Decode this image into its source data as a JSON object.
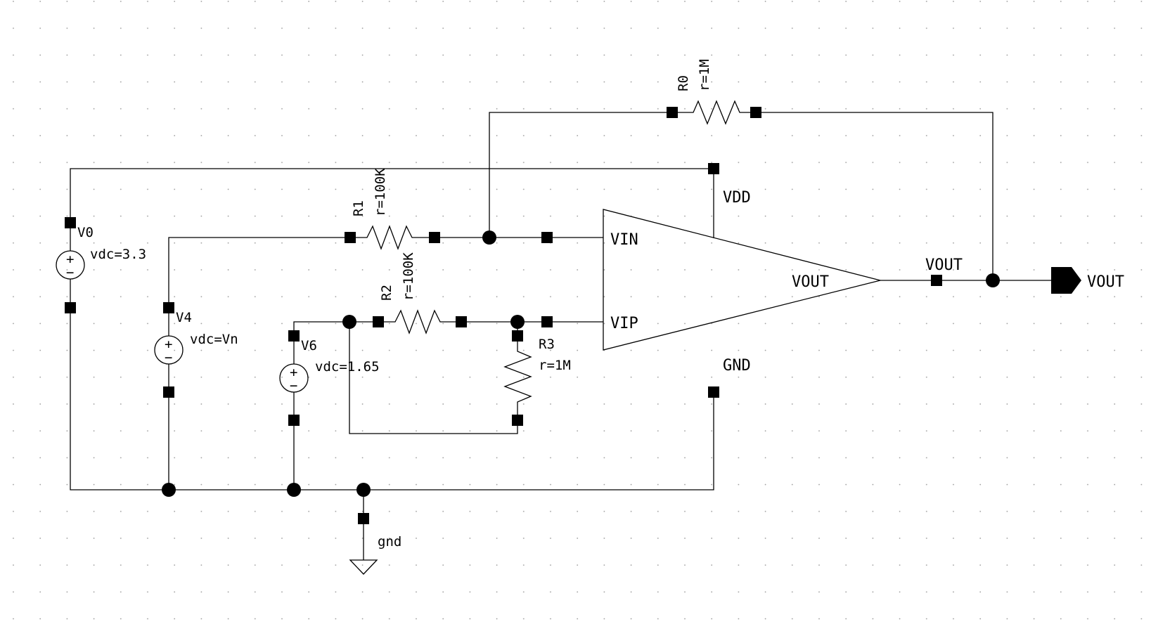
{
  "resistors": {
    "R0": {
      "name": "R0",
      "value": "r=1M"
    },
    "R1": {
      "name": "R1",
      "value": "r=100K"
    },
    "R2": {
      "name": "R2",
      "value": "r=100K"
    },
    "R3": {
      "name": "R3",
      "value": "r=1M"
    }
  },
  "sources": {
    "V0": {
      "name": "V0",
      "value": "vdc=3.3"
    },
    "V4": {
      "name": "V4",
      "value": "vdc=Vn"
    },
    "V6": {
      "name": "V6",
      "value": "vdc=1.65"
    }
  },
  "opamp": {
    "vin": "VIN",
    "vip": "VIP",
    "vout": "VOUT",
    "vdd": "VDD",
    "gnd": "GND"
  },
  "nets": {
    "vout_label": "VOUT",
    "gnd_label": "gnd"
  },
  "output_pin": {
    "label": "VOUT"
  },
  "source_symbol": {
    "plus": "+",
    "minus": "−"
  }
}
